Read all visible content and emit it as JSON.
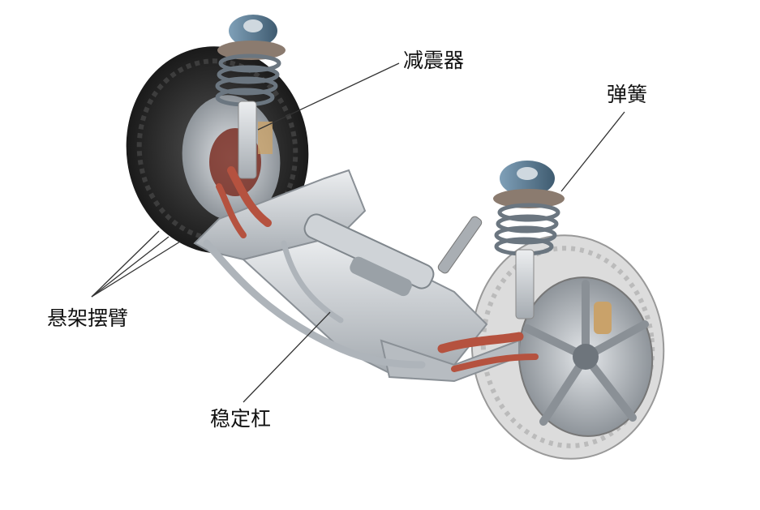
{
  "labels": {
    "shock_absorber": "减震器",
    "spring": "弹簧",
    "control_arm": "悬架摆臂",
    "stabilizer_bar": "稳定杠"
  },
  "colors": {
    "background": "#ffffff",
    "tire": "#2b2b2b",
    "rim": "#b9bec4",
    "metal": "#c9cdd2",
    "spring": "#6b7680",
    "shock_top": "#4f6f86",
    "red_part": "#b5523f",
    "leader_line": "#333333"
  }
}
